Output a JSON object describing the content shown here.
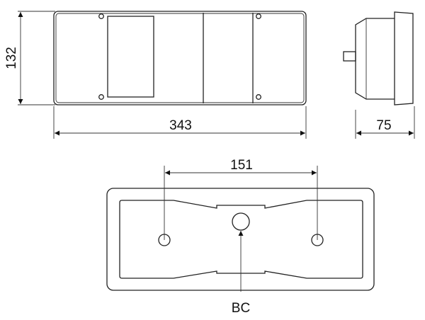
{
  "dimensions": {
    "height": "132",
    "width": "343",
    "depth": "75",
    "hole_spacing": "151"
  },
  "labels": {
    "connector": "BC"
  },
  "colors": {
    "line": "#222222",
    "background": "#ffffff"
  }
}
